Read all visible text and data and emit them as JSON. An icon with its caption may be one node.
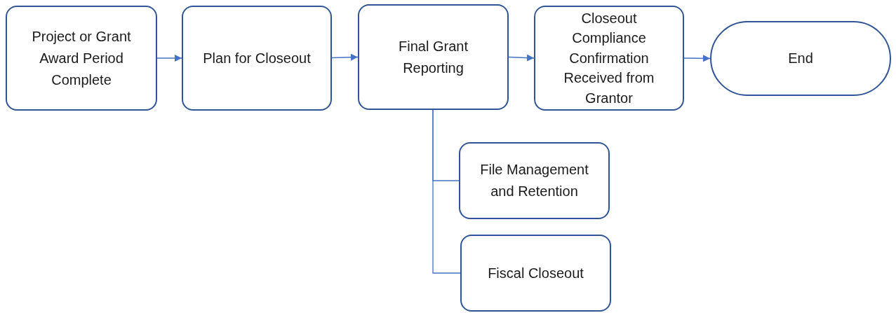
{
  "diagram": {
    "nodes": [
      {
        "text": [
          "Project or Grant Award Period Complete"
        ]
      },
      {
        "text": [
          "Plan for Closeout"
        ]
      },
      {
        "text": [
          "Final Grant Reporting"
        ]
      },
      {
        "text": [
          "Closeout Compliance Confirmation Received from Grantor"
        ]
      },
      {
        "text": [
          "End"
        ]
      },
      {
        "text": [
          "File Management and Retention"
        ]
      },
      {
        "text": [
          "Fiscal Closeout"
        ]
      }
    ],
    "edges": [
      {
        "from": 0,
        "to": 1,
        "arrow": "to"
      },
      {
        "from": 1,
        "to": 2,
        "arrow": "to"
      },
      {
        "from": 2,
        "to": 3,
        "arrow": "to"
      },
      {
        "from": 3,
        "to": 4,
        "arrow": "to"
      },
      {
        "from": 2,
        "to": 5,
        "arrow": "none"
      },
      {
        "from": 2,
        "to": 6,
        "arrow": "none"
      }
    ]
  }
}
